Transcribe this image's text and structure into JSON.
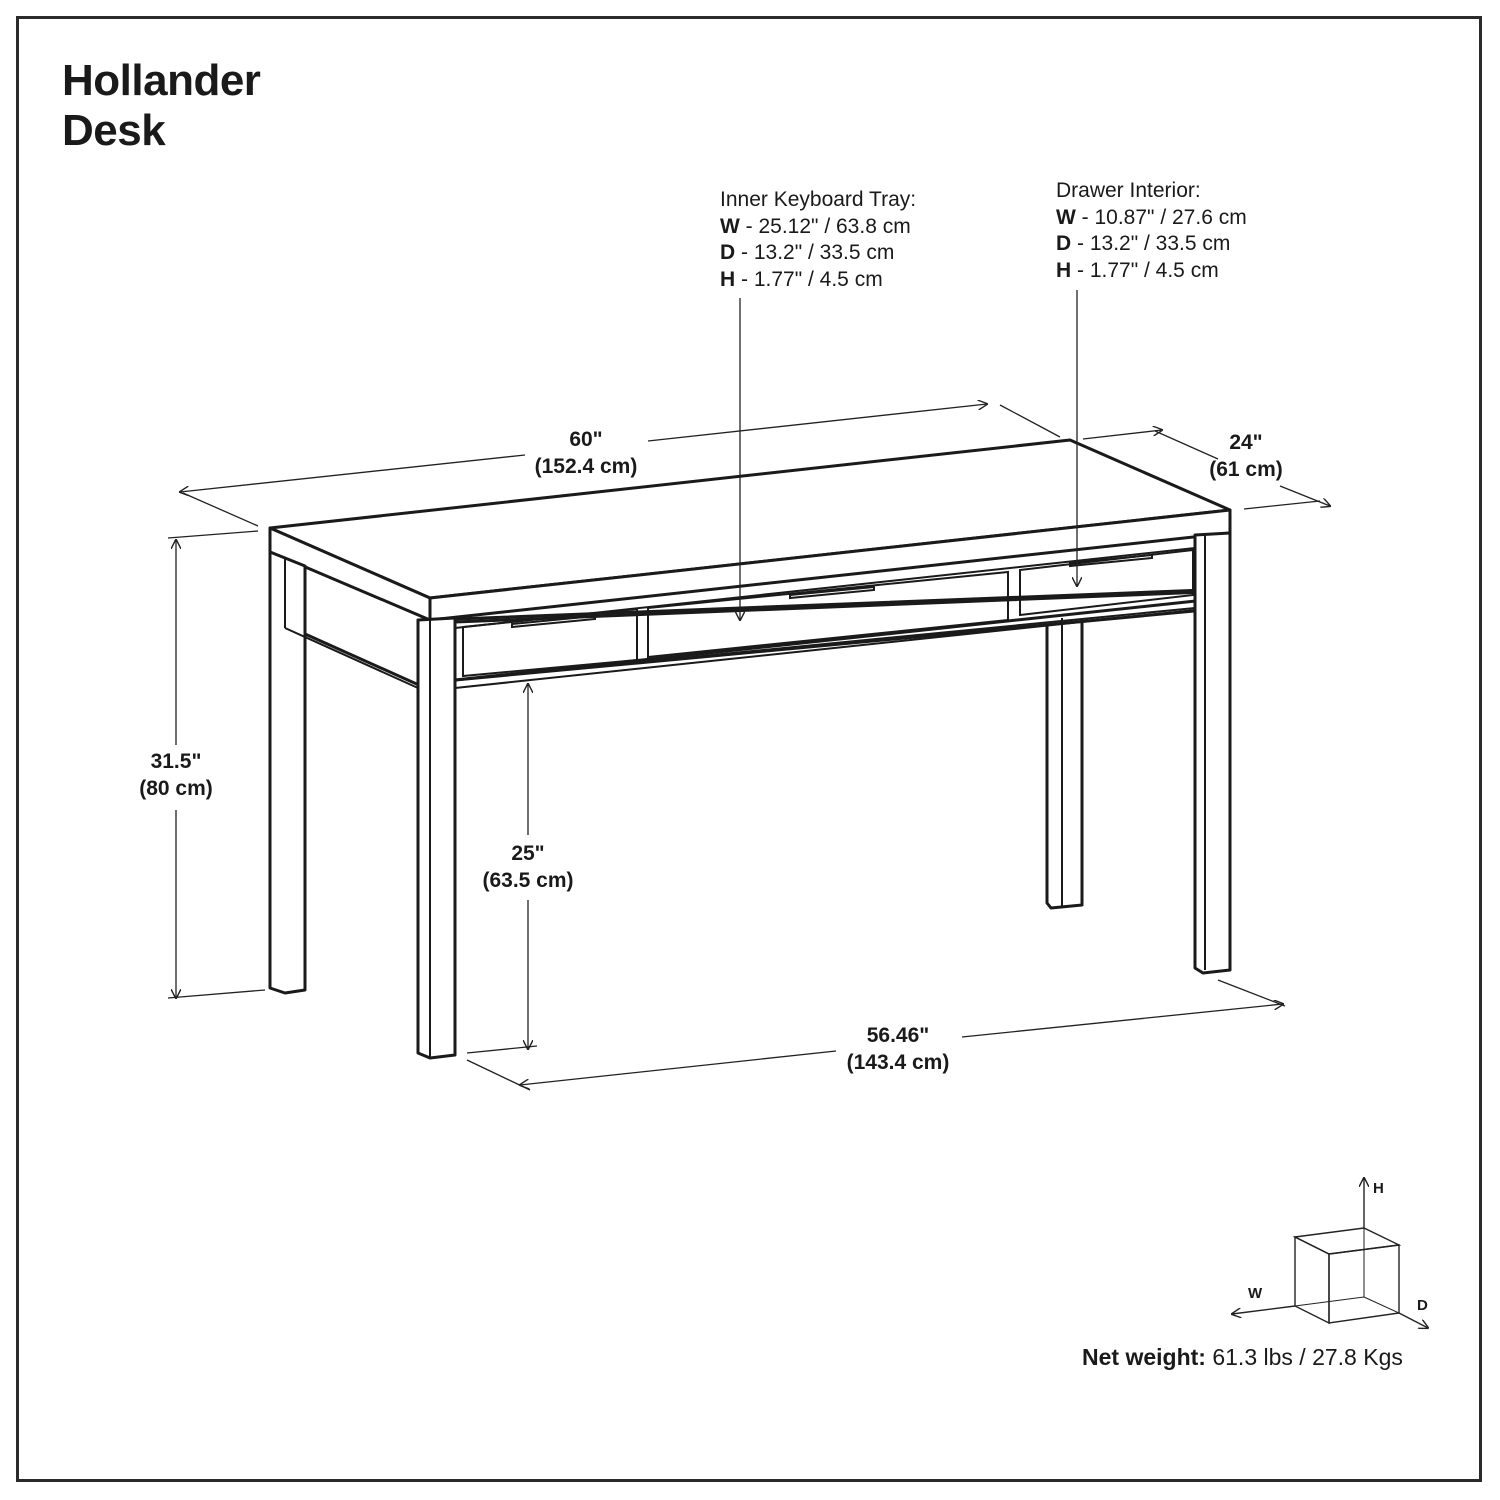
{
  "title": {
    "line1": "Hollander",
    "line2": "Desk"
  },
  "keyboard_tray": {
    "heading": "Inner Keyboard Tray:",
    "rows": [
      {
        "key": "W",
        "value": " - 25.12\" / 63.8 cm"
      },
      {
        "key": "D",
        "value": " - 13.2\" / 33.5 cm"
      },
      {
        "key": "H",
        "value": " - 1.77\" / 4.5 cm"
      }
    ]
  },
  "drawer_interior": {
    "heading": "Drawer Interior:",
    "rows": [
      {
        "key": "W",
        "value": " - 10.87\" / 27.6 cm"
      },
      {
        "key": "D",
        "value": " - 13.2\" / 33.5 cm"
      },
      {
        "key": "H",
        "value": " - 1.77\" / 4.5 cm"
      }
    ]
  },
  "dimensions": {
    "width": {
      "imperial": "60\"",
      "metric": "(152.4 cm)"
    },
    "depth": {
      "imperial": "24\"",
      "metric": "(61 cm)"
    },
    "height": {
      "imperial": "31.5\"",
      "metric": "(80 cm)"
    },
    "clearance": {
      "imperial": "25\"",
      "metric": "(63.5 cm)"
    },
    "inner_width": {
      "imperial": "56.46\"",
      "metric": "(143.4 cm)"
    }
  },
  "axes": {
    "h": "H",
    "w": "W",
    "d": "D"
  },
  "weight": {
    "label": "Net weight:",
    "value": " 61.3 lbs / 27.8 Kgs"
  }
}
